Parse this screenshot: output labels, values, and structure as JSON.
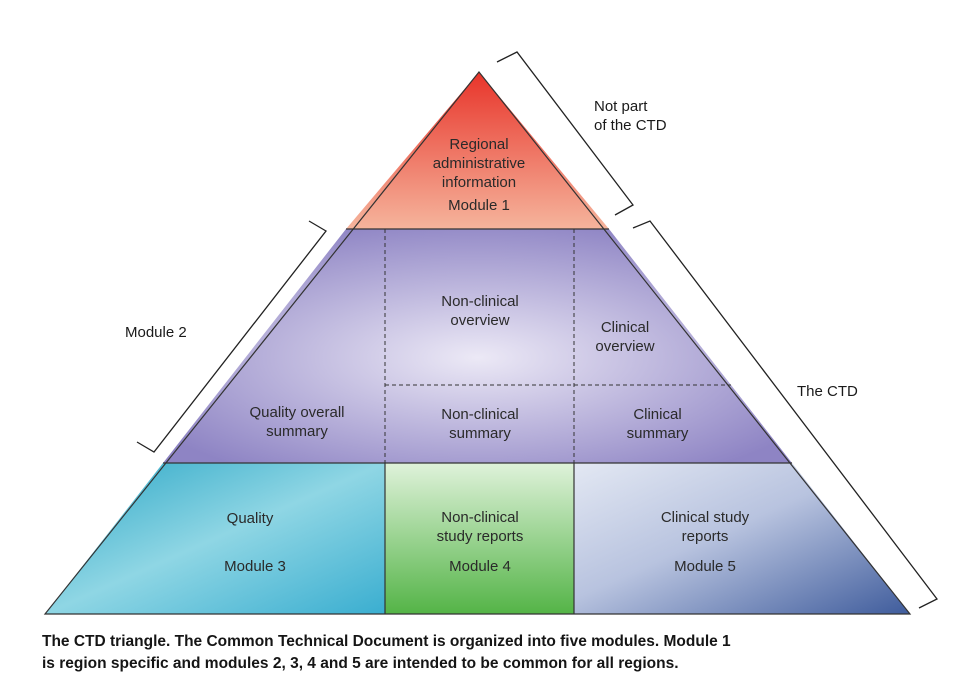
{
  "colors": {
    "module1_top": "#e8342a",
    "module1_bottom": "#f5b49c",
    "module2_center": "#ece9f6",
    "module2_edge": "#8e84c4",
    "module3_light": "#7fd2e2",
    "module3_dark": "#2aa6c6",
    "module4_light": "#dff2da",
    "module4_dark": "#54b447",
    "module5_light": "#dfe6f2",
    "module5_dark": "#3f5c9c"
  },
  "module1": {
    "title_line1": "Regional",
    "title_line2": "administrative",
    "title_line3": "information",
    "module_label": "Module 1"
  },
  "module2": {
    "nonclinical_overview_line1": "Non-clinical",
    "nonclinical_overview_line2": "overview",
    "clinical_overview_line1": "Clinical",
    "clinical_overview_line2": "overview",
    "quality_summary_line1": "Quality overall",
    "quality_summary_line2": "summary",
    "nonclinical_summary_line1": "Non-clinical",
    "nonclinical_summary_line2": "summary",
    "clinical_summary_line1": "Clinical",
    "clinical_summary_line2": "summary"
  },
  "module3": {
    "title": "Quality",
    "module_label": "Module 3"
  },
  "module4": {
    "title_line1": "Non-clinical",
    "title_line2": "study reports",
    "module_label": "Module 4"
  },
  "module5": {
    "title_line1": "Clinical study",
    "title_line2": "reports",
    "module_label": "Module 5"
  },
  "brackets": {
    "not_part_line1": "Not part",
    "not_part_line2": "of the CTD",
    "module2_label": "Module 2",
    "the_ctd_label": "The CTD"
  },
  "caption": {
    "line1": "The CTD triangle. The Common Technical Document is organized into five modules. Module 1",
    "line2": "is region specific and modules 2, 3, 4 and 5 are intended to be common for all regions."
  }
}
